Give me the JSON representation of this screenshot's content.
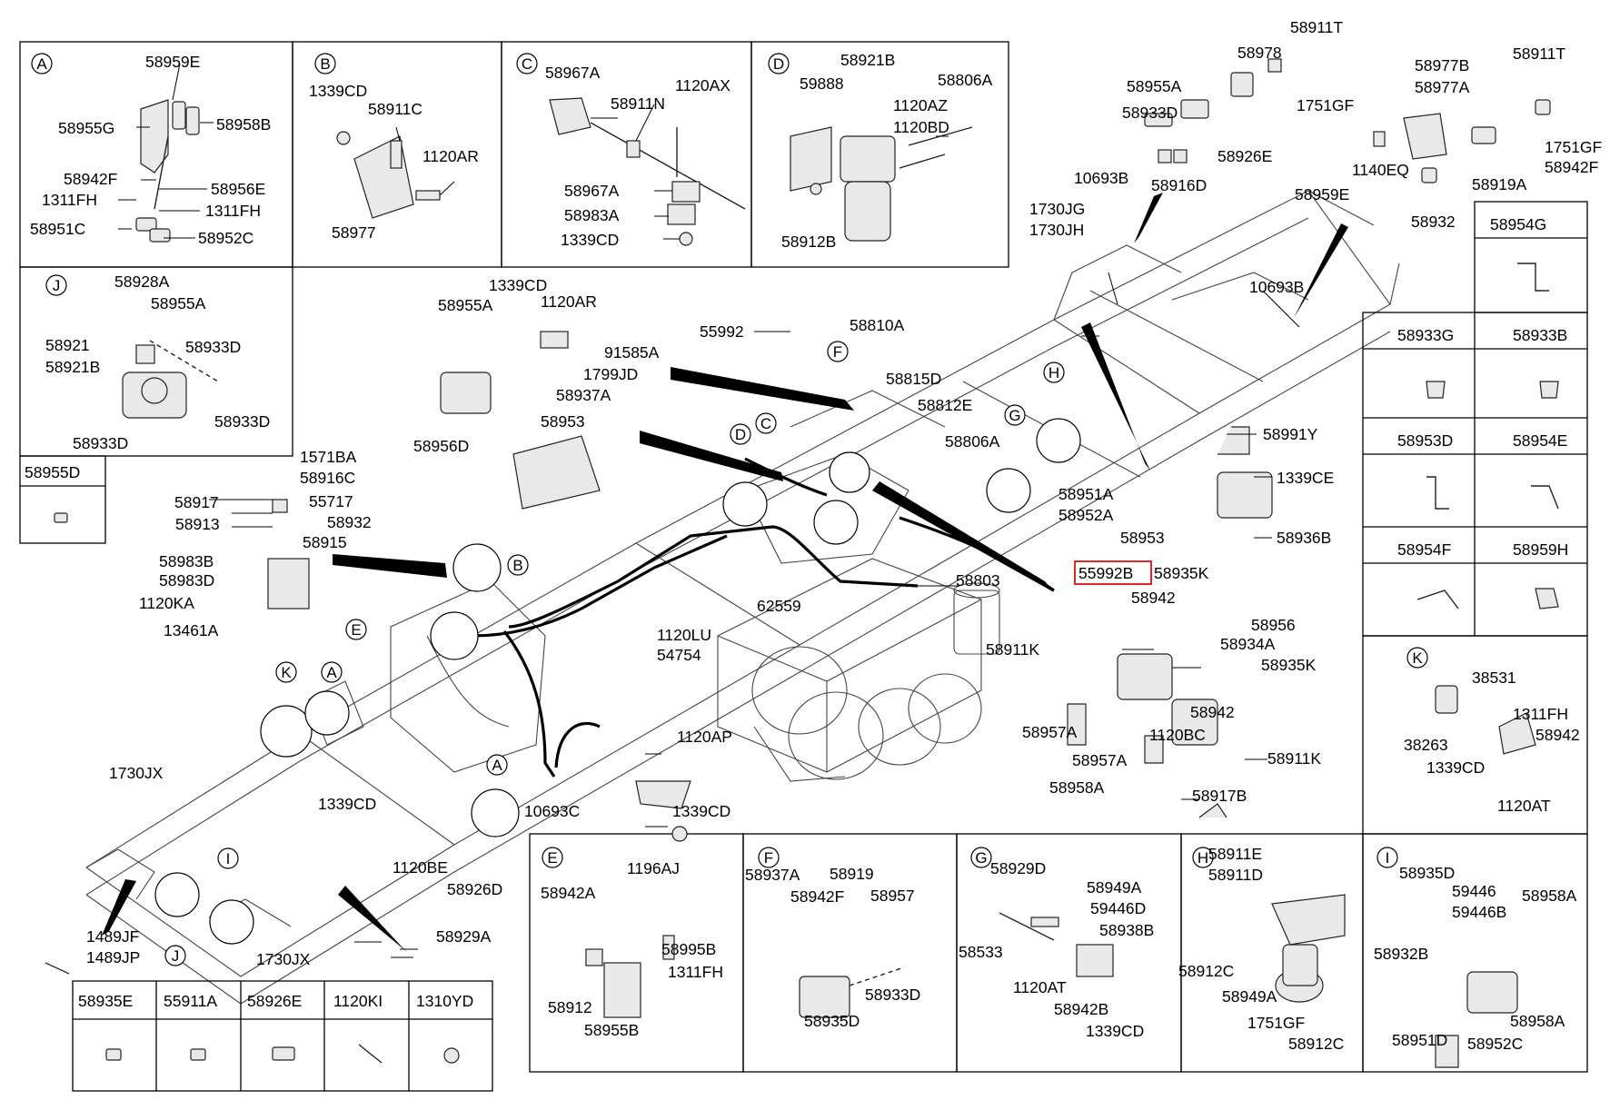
{
  "highlight_part": "55992B",
  "colors": {
    "highlight": "#e0262a",
    "line": "#000000",
    "background": "#ffffff"
  },
  "insets": {
    "A": {
      "letter": "A",
      "parts": [
        "58959E",
        "58955G",
        "58958B",
        "58942F",
        "58956E",
        "1311FH",
        "1311FH",
        "58951C",
        "58952C"
      ]
    },
    "B": {
      "letter": "B",
      "parts": [
        "1339CD",
        "58911C",
        "1120AR",
        "58977"
      ]
    },
    "C": {
      "letter": "C",
      "parts": [
        "58967A",
        "58911N",
        "1120AX",
        "58967A",
        "58983A",
        "1339CD"
      ]
    },
    "D": {
      "letter": "D",
      "parts": [
        "58921B",
        "59888",
        "58806A",
        "1120AZ",
        "1120BD",
        "58912B"
      ]
    },
    "J": {
      "letter": "J",
      "parts": [
        "58928A",
        "58955A",
        "58921",
        "58921B",
        "58933D",
        "58933D",
        "58933D"
      ]
    },
    "E": {
      "letter": "E",
      "parts": [
        "1196AJ",
        "58942A",
        "58995B",
        "1311FH",
        "58912",
        "58955B"
      ]
    },
    "F": {
      "letter": "F",
      "parts": [
        "58937A",
        "58919",
        "58957",
        "58942F",
        "58933D",
        "58935D"
      ]
    },
    "G": {
      "letter": "G",
      "parts": [
        "58929D",
        "58949A",
        "59446D",
        "58938B",
        "58533",
        "1120AT",
        "58942B",
        "1339CD"
      ]
    },
    "H": {
      "letter": "H",
      "parts": [
        "58911E",
        "58911D",
        "58912C",
        "58949A",
        "1751GF",
        "58912C"
      ]
    },
    "I": {
      "letter": "I",
      "parts": [
        "58935D",
        "59446",
        "59446B",
        "58958A",
        "58932B",
        "58951D",
        "58952C",
        "58958A"
      ]
    },
    "K": {
      "letter": "K",
      "parts": [
        "38531",
        "1311FH",
        "58942",
        "38263",
        "1339CD",
        "1120AT"
      ]
    }
  },
  "single_part": "58955D",
  "right_grid": [
    "58954G",
    "58933G",
    "58933B",
    "58953D",
    "58954E",
    "58954F",
    "58959H"
  ],
  "bottom_table": [
    "58935E",
    "55911A",
    "58926E",
    "1120KI",
    "1310YD"
  ],
  "upper_right": [
    "58911T",
    "58978",
    "58955A",
    "58933D",
    "1751GF",
    "58926E",
    "58916D",
    "58977B",
    "58977A",
    "58911T",
    "1751GF",
    "58942F",
    "1140EQ",
    "58959E",
    "58919A",
    "58932",
    "10693B",
    "1730JG",
    "1730JH",
    "10693B"
  ],
  "main": [
    "1339CD",
    "58955A",
    "1120AR",
    "91585A",
    "1799JD",
    "58937A",
    "58953",
    "58956D",
    "1571BA",
    "58916C",
    "58917",
    "55717",
    "58913",
    "58932",
    "58915",
    "58983B",
    "58983D",
    "1120KA",
    "13461A",
    "55992",
    "58810A",
    "58815D",
    "58812E",
    "58806A",
    "58991Y",
    "1339CE",
    "58951A",
    "58952A",
    "58953",
    "58936B",
    "55992B",
    "58935K",
    "58942",
    "58956",
    "58911K",
    "58934A",
    "58935K",
    "58942",
    "58957A",
    "58957A",
    "1120BC",
    "58911K",
    "58958A",
    "58917B",
    "58803",
    "62559",
    "1120LU",
    "54754",
    "1120AP",
    "10693C",
    "1339CD",
    "1730JX",
    "1339CD",
    "1120BE",
    "58926D",
    "58929A",
    "1730JX",
    "1489JF",
    "1489JP"
  ],
  "callout_letters": [
    "A",
    "B",
    "C",
    "D",
    "E",
    "F",
    "G",
    "H",
    "I",
    "J",
    "K"
  ]
}
